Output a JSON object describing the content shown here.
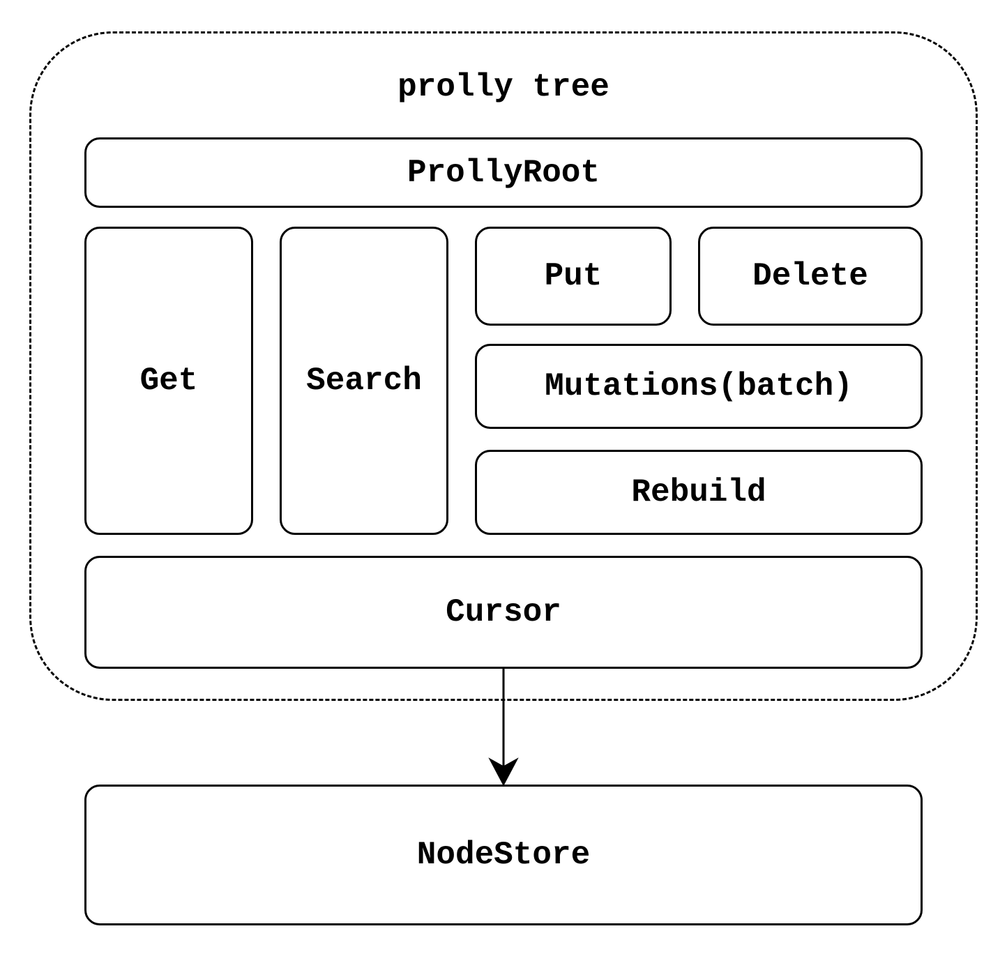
{
  "diagram": {
    "group": {
      "title": "prolly tree",
      "style": "dashed"
    },
    "boxes": {
      "prolly_root": "ProllyRoot",
      "get": "Get",
      "search": "Search",
      "put": "Put",
      "delete": "Delete",
      "mutations": "Mutations(batch)",
      "rebuild": "Rebuild",
      "cursor": "Cursor",
      "node_store": "NodeStore"
    },
    "edges": [
      {
        "from": "Cursor",
        "to": "NodeStore",
        "arrow": "end"
      }
    ],
    "colors": {
      "stroke": "#000000",
      "background": "#ffffff"
    }
  }
}
